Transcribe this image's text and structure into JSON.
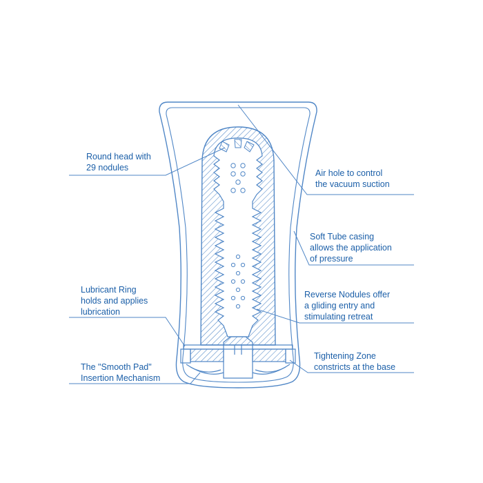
{
  "colors": {
    "line": "#4f86c6",
    "text": "#1b5fa8",
    "background": "#ffffff"
  },
  "labels": {
    "round_head": "Round head with\n29 nodules",
    "air_hole": "Air hole to control\nthe vacuum suction",
    "soft_tube": "Soft Tube casing\nallows the application\nof pressure",
    "lubricant_ring": "Lubricant Ring\nholds and applies\nlubrication",
    "reverse_nodules": "Reverse Nodules offer\na gliding entry and\nstimulating retreat",
    "tightening_zone": "Tightening Zone\nconstricts at the base",
    "smooth_pad": "The \"Smooth Pad\"\nInsertion Mechanism"
  }
}
